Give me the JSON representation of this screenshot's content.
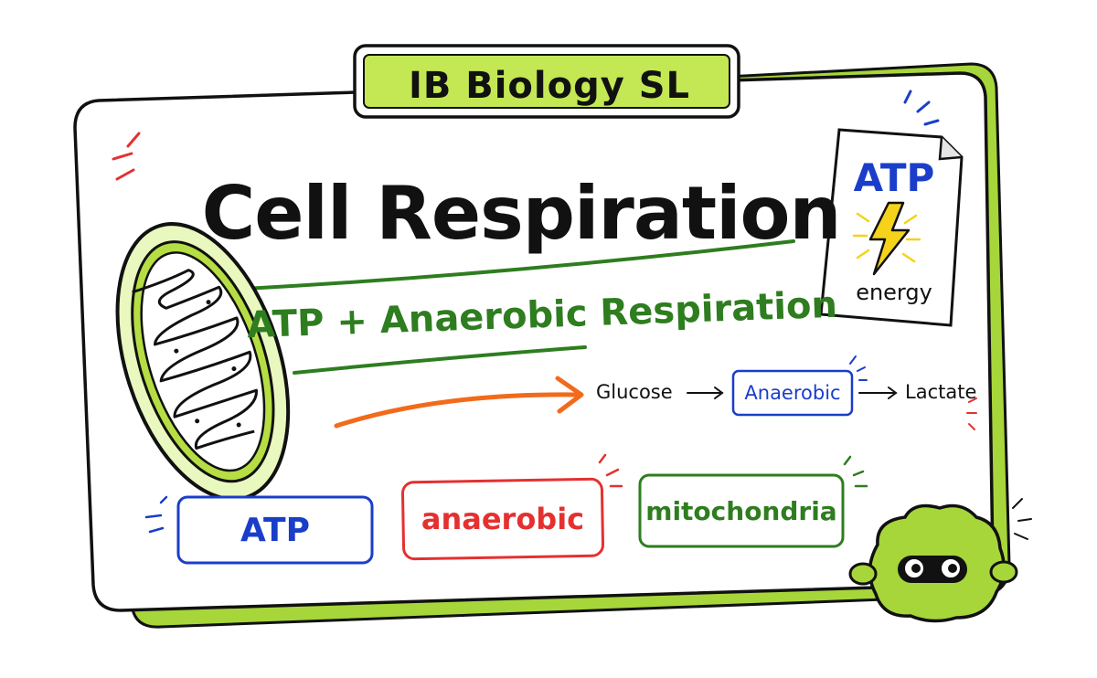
{
  "badge": {
    "text": "IB Biology SL"
  },
  "title": "Cell Respiration",
  "subtitle": "ATP + Anaerobic Respiration",
  "flow": {
    "start": "Glucose",
    "middle": "Anaerobic",
    "end": "Lactate"
  },
  "tags": [
    {
      "label": "ATP",
      "color": "#1a3ec9"
    },
    {
      "label": "anaerobic",
      "color": "#e53030"
    },
    {
      "label": "mitochondria",
      "color": "#2e7d1f"
    }
  ],
  "note": {
    "title": "ATP",
    "caption": "energy"
  },
  "colors": {
    "accent_green": "#a7d63a",
    "text_green": "#2e7d1f",
    "blue": "#1a3ec9",
    "red": "#e53030",
    "orange": "#f26a1b",
    "lightning": "#f5d31a"
  }
}
